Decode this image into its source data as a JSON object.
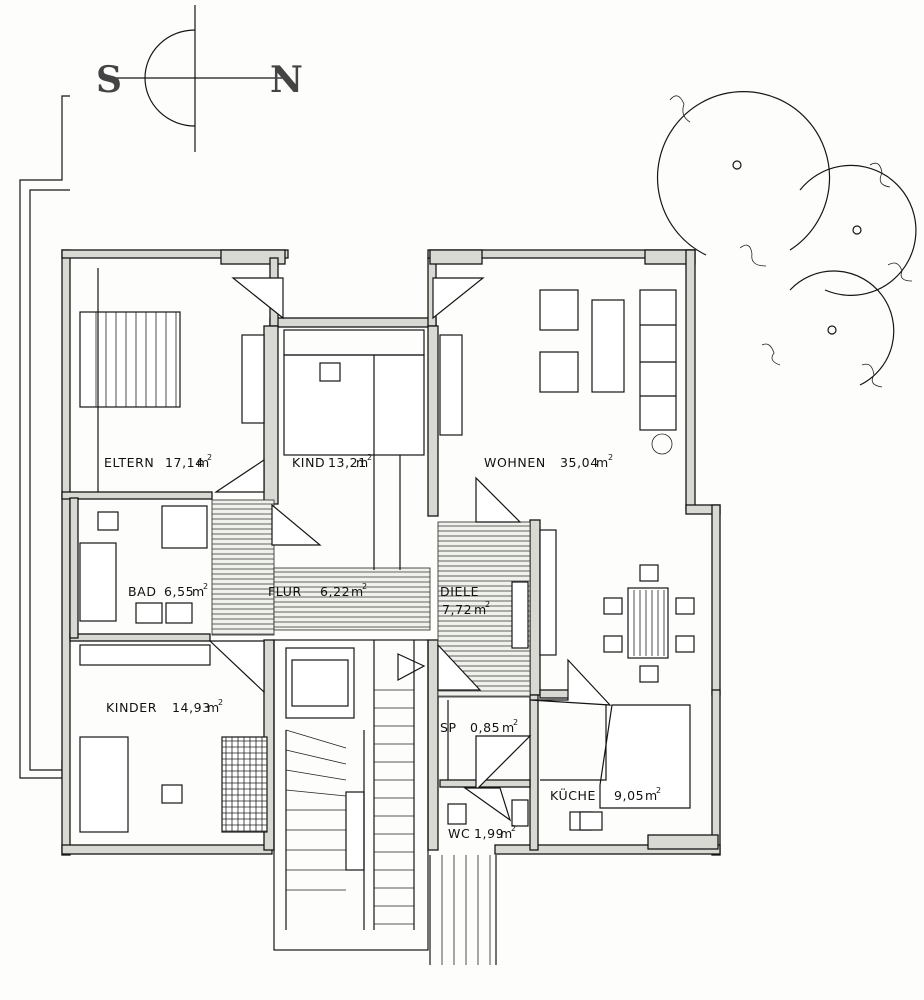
{
  "compass": {
    "south": "S",
    "north": "N"
  },
  "rooms": [
    {
      "name": "ELTERN",
      "area": "17,14",
      "unit": "m",
      "exp": "2"
    },
    {
      "name": "KIND",
      "area": "13,21",
      "unit": "m",
      "exp": "2"
    },
    {
      "name": "WOHNEN",
      "area": "35,04",
      "unit": "m",
      "exp": "2"
    },
    {
      "name": "BAD",
      "area": "6,55",
      "unit": "m",
      "exp": "2"
    },
    {
      "name": "FLUR",
      "area": "6,22",
      "unit": "m",
      "exp": "2"
    },
    {
      "name": "DIELE",
      "area": "7,72",
      "unit": "m",
      "exp": "2"
    },
    {
      "name": "KINDER",
      "area": "14,93",
      "unit": "m",
      "exp": "2"
    },
    {
      "name": "SP",
      "area": "0,85",
      "unit": "m",
      "exp": "2"
    },
    {
      "name": "KÜCHE",
      "area": "9,05",
      "unit": "m",
      "exp": "2"
    },
    {
      "name": "WC",
      "area": "1,99",
      "unit": "m",
      "exp": "2"
    }
  ]
}
